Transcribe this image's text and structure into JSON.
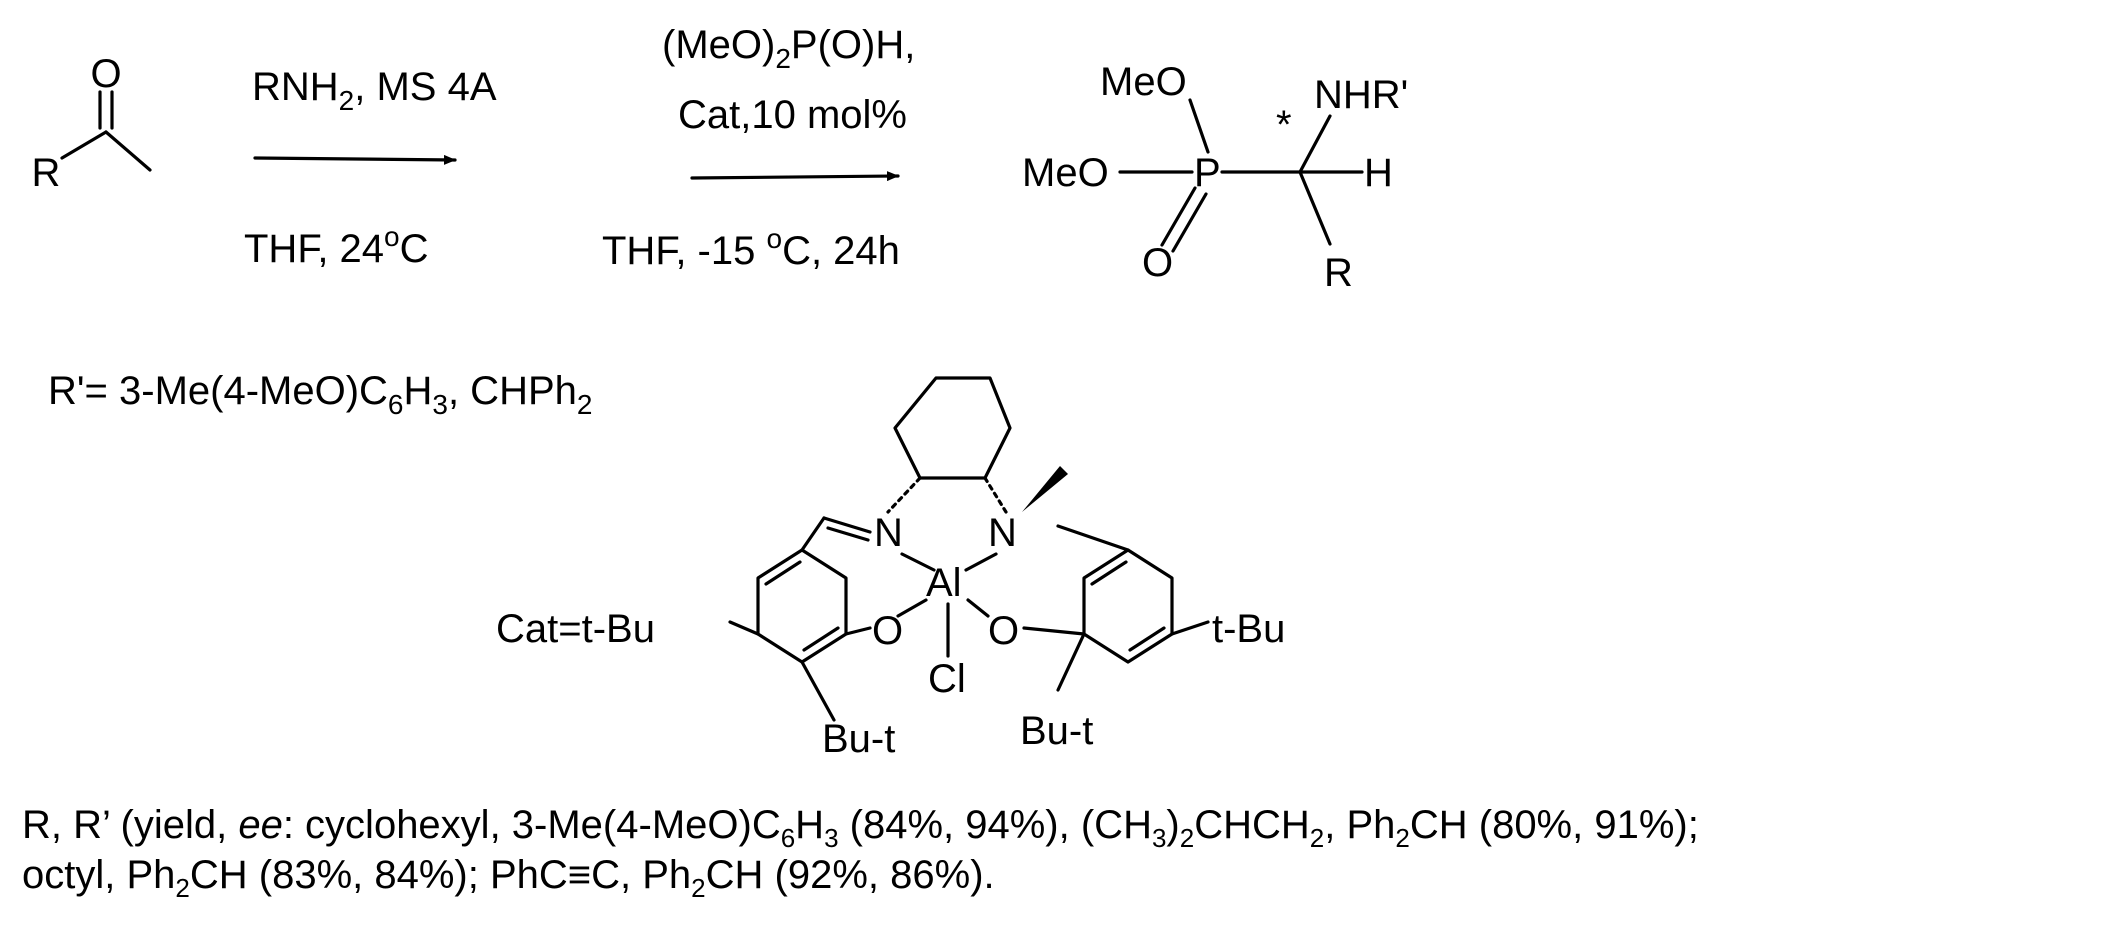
{
  "step1": {
    "reagent_prefix": "RNH",
    "reagent_sub": "2",
    "reagent_suffix": ", MS 4A",
    "condition_prefix": "THF, 24",
    "condition_sup": "o",
    "condition_suffix": "C"
  },
  "step2": {
    "reagent1_prefix": "(MeO)",
    "reagent1_sub": "2",
    "reagent1_suffix": "P(O)H,",
    "reagent2": "Cat,10 mol%",
    "condition_prefix": "THF, -15 ",
    "condition_sup": "o",
    "condition_suffix": "C, 24h"
  },
  "substrate": {
    "o": "O",
    "r": "R"
  },
  "product": {
    "meo_top": "MeO",
    "meo_left": "MeO",
    "p": "P",
    "o": "O",
    "star": "*",
    "nhr": "NHR'",
    "h": "H",
    "r": "R"
  },
  "rprime_def": {
    "prefix": "R'= 3-Me(4-MeO)C",
    "sub1": "6",
    "mid": "H",
    "sub2": "3",
    "mid2": ", CHPh",
    "sub3": "2"
  },
  "catalyst": {
    "label_prefix": "Cat=",
    "tbu_left": "t-Bu",
    "tbu_right": "t-Bu",
    "butl": "Bu-t",
    "butr": "Bu-t",
    "n1": "N",
    "n2": "N",
    "al": "Al",
    "o1": "O",
    "o2": "O",
    "cl": "Cl"
  },
  "footer": {
    "l1a": "R, R’ (yield, ",
    "l1ee": "ee",
    "l1b": ": cyclohexyl, 3-Me(4-MeO)C",
    "l1s1": "6",
    "l1c": "H",
    "l1s2": "3",
    "l1d": " (84%, 94%), (CH",
    "l1s3": "3",
    "l1e": ")",
    "l1s4": "2",
    "l1f": "CHCH",
    "l1s5": "2",
    "l1g": ", Ph",
    "l1s6": "2",
    "l1h": "CH (80%, 91%);",
    "l2a": "octyl, Ph",
    "l2s1": "2",
    "l2b": "CH (83%, 84%); PhC≡C, Ph",
    "l2s2": "2",
    "l2c": "CH (92%, 86%)."
  }
}
